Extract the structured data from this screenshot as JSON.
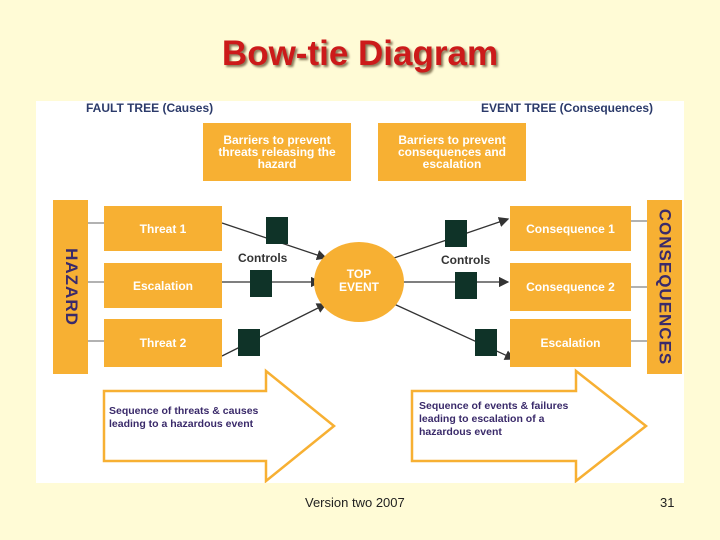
{
  "slide": {
    "title": "Bow-tie Diagram",
    "footer_version": "Version two 2007",
    "page_number": "31"
  },
  "diagram": {
    "fault_tree_header": "FAULT TREE (Causes)",
    "event_tree_header": "EVENT TREE (Consequences)",
    "left_barrier": "Barriers to prevent threats releasing the hazard",
    "right_barrier": "Barriers to prevent consequences and escalation",
    "hazard": "HAZARD",
    "consequences_label": "CONSEQUENCES",
    "threats": [
      "Threat 1",
      "Escalation",
      "Threat 2"
    ],
    "consequences": [
      "Consequence 1",
      "Consequence 2",
      "Escalation"
    ],
    "controls_left": "Controls",
    "controls_right": "Controls",
    "top_event": "TOP EVENT",
    "left_arrow_text": "Sequence of threats & causes leading to a hazardous event",
    "right_arrow_text": "Sequence of events & failures leading to escalation of a hazardous event",
    "colors": {
      "box": "#f7b033",
      "control": "#0f3328",
      "title": "#cc1a1a",
      "header_text": "#2b3a6a"
    }
  }
}
